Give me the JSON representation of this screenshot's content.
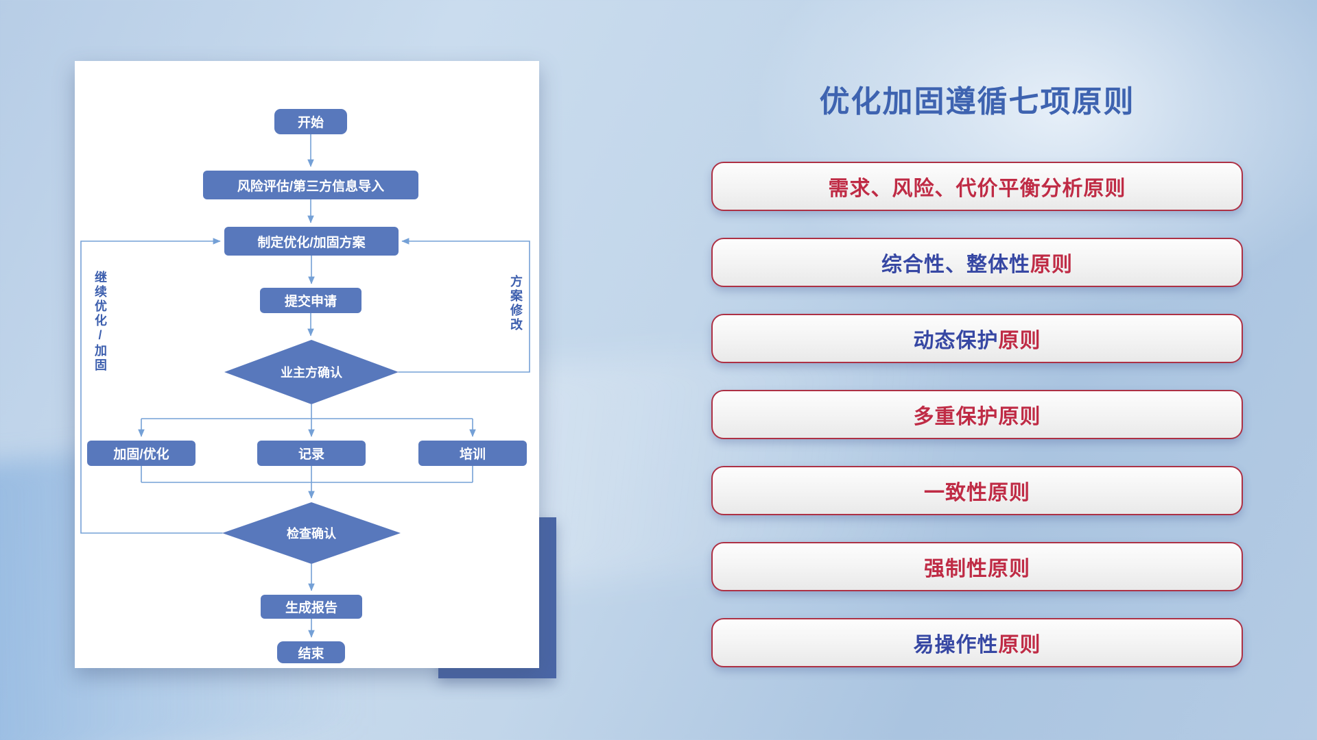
{
  "colors": {
    "title_blue": "#3e63b0",
    "principle_red": "#bf2b45",
    "principle_blue": "#3647a3",
    "principle_border_red": "#ad3044",
    "flow_node_blue": "#5878bc",
    "flow_connector_blue": "#74a0d6",
    "accent_block_blue": "#4a66a6"
  },
  "flowchart": {
    "nodes": {
      "start": "开始",
      "risk_import": "风险评估/第三方信息导入",
      "make_plan": "制定优化/加固方案",
      "submit": "提交申请",
      "owner_confirm": "业主方确认",
      "reinforce": "加固/优化",
      "record": "记录",
      "training": "培训",
      "check_confirm": "检查确认",
      "report": "生成报告",
      "end": "结束"
    },
    "labels": {
      "continue_loop": "继续优化/加固",
      "plan_modify": "方案修改"
    }
  },
  "panel": {
    "title": "优化加固遵循七项原则",
    "principles": [
      {
        "segments": [
          {
            "text": "需求、风险、代价平衡分析原则",
            "color": "#bf2b45"
          }
        ]
      },
      {
        "segments": [
          {
            "text": "综合性、整体性",
            "color": "#3647a3"
          },
          {
            "text": "原则",
            "color": "#bf2b45"
          }
        ]
      },
      {
        "segments": [
          {
            "text": "动态保护",
            "color": "#3647a3"
          },
          {
            "text": "原则",
            "color": "#bf2b45"
          }
        ]
      },
      {
        "segments": [
          {
            "text": "多重保护原则",
            "color": "#bf2b45"
          }
        ]
      },
      {
        "segments": [
          {
            "text": "一致性原则",
            "color": "#bf2b45"
          }
        ]
      },
      {
        "segments": [
          {
            "text": "强制性原则",
            "color": "#bf2b45"
          }
        ]
      },
      {
        "segments": [
          {
            "text": "易操作性",
            "color": "#3647a3"
          },
          {
            "text": "原则",
            "color": "#bf2b45"
          }
        ]
      }
    ]
  }
}
